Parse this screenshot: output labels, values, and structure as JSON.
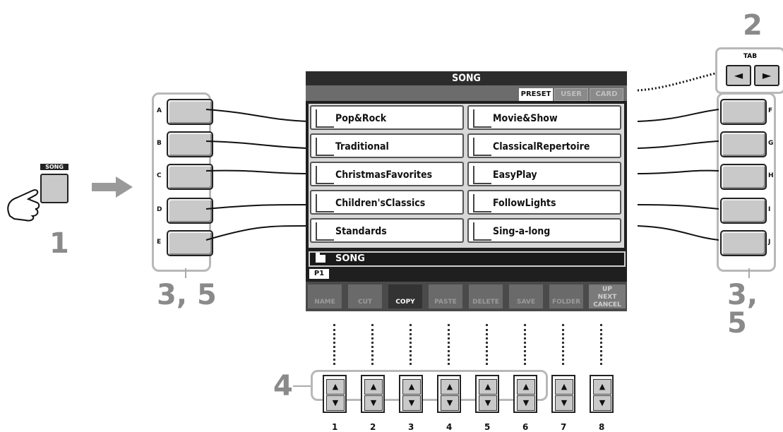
{
  "steps": {
    "step1": "1",
    "step2": "2",
    "step35_left": "3, 5",
    "step35_right": "3, 5",
    "step4": "4"
  },
  "panel_button": {
    "label": "SONG"
  },
  "tab_control": {
    "label": "TAB",
    "left_arrow": "◄",
    "right_arrow": "►"
  },
  "screen": {
    "title": "SONG",
    "tabs": [
      {
        "label": "PRESET",
        "active": true
      },
      {
        "label": "USER",
        "active": false
      },
      {
        "label": "CARD",
        "active": false
      }
    ],
    "categories": [
      "Pop&Rock",
      "Movie&Show",
      "Traditional",
      "ClassicalRepertoire",
      "ChristmasFavorites",
      "EasyPlay",
      "Children'sClassics",
      "FollowLights",
      "Standards",
      "Sing-a-long"
    ],
    "path": "SONG",
    "page": "P1",
    "functions": [
      "NAME",
      "CUT",
      "COPY",
      "PASTE",
      "DELETE",
      "SAVE",
      "FOLDER"
    ],
    "active_function": "COPY",
    "right_function": {
      "top": "UP",
      "mid": "NEXT",
      "bottom": "CANCEL"
    }
  },
  "left_buttons": [
    "A",
    "B",
    "C",
    "D",
    "E"
  ],
  "right_buttons": [
    "F",
    "G",
    "H",
    "I",
    "J"
  ],
  "bottom_buttons": [
    "1",
    "2",
    "3",
    "4",
    "5",
    "6",
    "7",
    "8"
  ],
  "colors": {
    "step_number": "#8a8a8a",
    "group_border": "#b8b8b8",
    "arrow": "#9a9a9a"
  }
}
